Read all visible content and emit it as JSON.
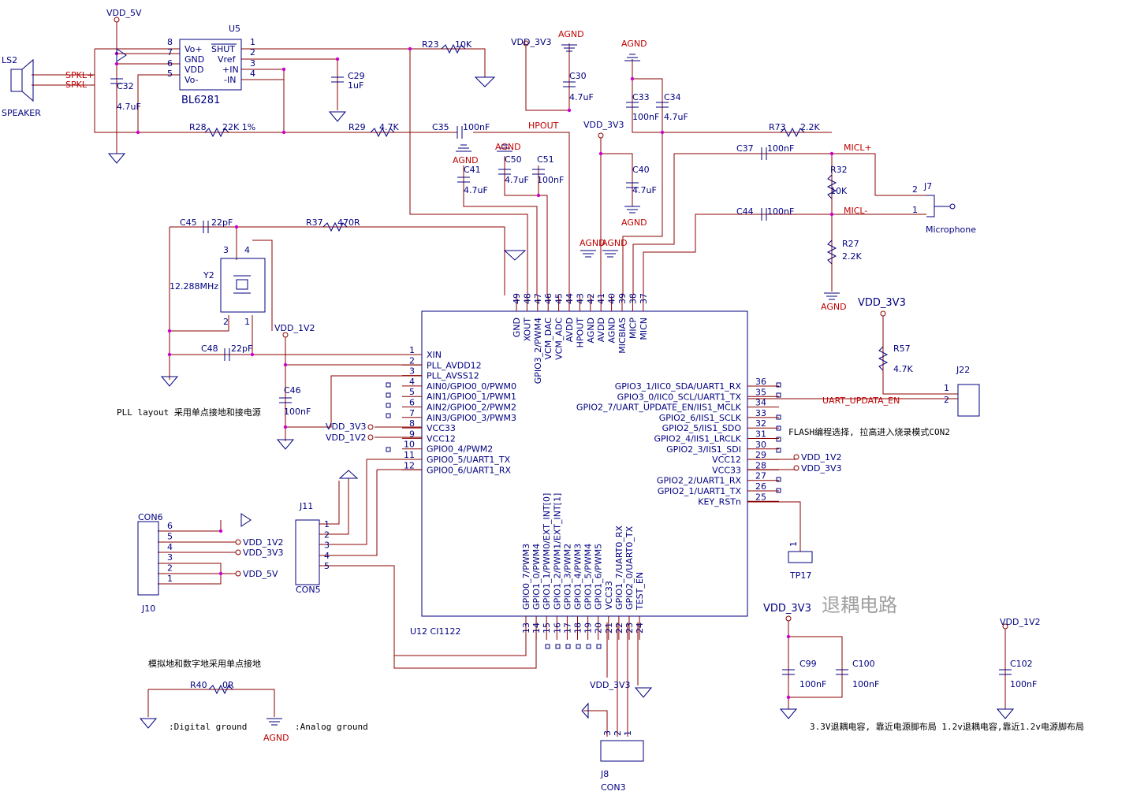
{
  "labels": {
    "vdd5v_top": "VDD_5V",
    "vdd3v3_top": "VDD_3V3",
    "agnd_top1": "AGND",
    "agnd_top2": "AGND",
    "u5_ref": "U5",
    "u5_name": "BL6281",
    "ls2_ref": "LS2",
    "speaker": "SPEAKER",
    "spklp": "SPKL+",
    "spklm": "SPKL-",
    "c32": "C32",
    "c32v": "4.7uF",
    "r23": "R23",
    "r23v": "10K",
    "c29": "C29",
    "c29v": "1uF",
    "c30": "C30",
    "c30v": "4.7uF",
    "c33": "C33",
    "c33v": "100nF",
    "c34": "C34",
    "c34v": "4.7uF",
    "r28": "R28",
    "r28v": "22K 1%",
    "r29": "R29",
    "r29v": "4.7K",
    "c35": "C35",
    "c35v": "100nF",
    "hpout": "HPOUT",
    "vdd3v3_mid": "VDD_3V3",
    "r73": "R73",
    "r73v": "2.2K",
    "agnd_c41": "AGND",
    "agnd_c50": "AGND",
    "c41": "C41",
    "c41v": "4.7uF",
    "c50": "C50",
    "c50v": "4.7uF",
    "c51": "C51",
    "c51v": "100nF",
    "c40": "C40",
    "c40v": "4.7uF",
    "agnd_c40": "AGND",
    "c37": "C37",
    "c37v": "100nF",
    "miclp": "MICL+",
    "r32": "R32",
    "r32v": "10K",
    "j7": "J7",
    "microphone": "Microphone",
    "c44": "C44",
    "c44v": "100nF",
    "miclm": "MICL-",
    "r27": "R27",
    "r27v": "2.2K",
    "agnd_r27": "AGND",
    "c45": "C45",
    "c45v": "22pF",
    "r37": "R37",
    "r37v": "470R",
    "y2": "Y2",
    "y2v": "12.288MHz",
    "agnd_p1": "AGND",
    "agnd_p2": "AGND",
    "vdd1v2_left": "VDD_1V2",
    "c48": "C48",
    "c48v": "22pF",
    "c46": "C46",
    "c46v": "100nF",
    "pll_note": "PLL layout 采用单点接地和接电源",
    "vdd3v3_r57": "VDD_3V3",
    "r57": "R57",
    "r57v": "4.7K",
    "j22": "J22",
    "uart_en": "UART_UPDATA_EN",
    "flash_note": "FLASH编程选择, 拉高进入烧录模式CON2",
    "vdd3v3_pin9": "VDD_3V3",
    "vdd1v2_pin10": "VDD_1V2",
    "vdd1v2_pin28": "VDD_1V2",
    "vdd3v3_pin27": "VDD_3V3",
    "con6": "CON6",
    "j10": "J10",
    "j11": "J11",
    "con5": "CON5",
    "con6_vdd1v2": "VDD_1V2",
    "con6_vdd3v3": "VDD_3V3",
    "con6_vdd5v": "VDD_5V",
    "u12": "U12 CI1122",
    "tp17": "TP17",
    "watermark": "退耦电路",
    "vdd3v3_dec": "VDD_3V3",
    "c99": "C99",
    "c99v": "100nF",
    "c100": "C100",
    "c100v": "100nF",
    "vdd1v2_dec": "VDD_1V2",
    "c102": "C102",
    "c102v": "100nF",
    "dec_note": "3.3V退耦电容, 靠近电源脚布局 1.2v退耦电容,靠近1.2v电源脚布局",
    "gnd_note": "模拟地和数字地采用单点接地",
    "r40": "R40",
    "r40v": "0R",
    "dig_gnd": ":Digital ground",
    "ana_gnd": ":Analog ground",
    "agnd_legend": "AGND",
    "vdd3v3_j8": "VDD_3V3",
    "j8": "J8",
    "con3": "CON3"
  },
  "u5_pins": {
    "left": [
      "Vo+",
      "GND",
      "VDD",
      "Vo-"
    ],
    "right": [
      "SHUT",
      "Vref",
      "+IN",
      "-IN"
    ],
    "left_nums": [
      "8",
      "7",
      "6",
      "5"
    ],
    "right_nums": [
      "1",
      "2",
      "3",
      "4"
    ]
  },
  "ic_top_pins": [
    {
      "num": "49",
      "name": "GND"
    },
    {
      "num": "48",
      "name": "XOUT"
    },
    {
      "num": "47",
      "name": "GPIO3_2/PWM4"
    },
    {
      "num": "46",
      "name": "VCM_DAC"
    },
    {
      "num": "45",
      "name": "VCM_ADC"
    },
    {
      "num": "44",
      "name": "AVDD"
    },
    {
      "num": "43",
      "name": "HPOUT"
    },
    {
      "num": "42",
      "name": "AGND"
    },
    {
      "num": "41",
      "name": "AVDD"
    },
    {
      "num": "40",
      "name": "AGND"
    },
    {
      "num": "39",
      "name": "MICBIAS"
    },
    {
      "num": "38",
      "name": "MICP"
    },
    {
      "num": "37",
      "name": "MICN"
    }
  ],
  "ic_left_pins": [
    {
      "num": "1",
      "name": "XIN"
    },
    {
      "num": "2",
      "name": "PLL_AVDD12"
    },
    {
      "num": "3",
      "name": "PLL_AVSS12"
    },
    {
      "num": "4",
      "name": "AIN0/GPIO0_0/PWM0"
    },
    {
      "num": "5",
      "name": "AIN1/GPIO0_1/PWM1"
    },
    {
      "num": "6",
      "name": "AIN2/GPIO0_2/PWM2"
    },
    {
      "num": "7",
      "name": "AIN3/GPIO0_3/PWM3"
    },
    {
      "num": "8",
      "name": "VCC33"
    },
    {
      "num": "9",
      "name": "VCC12"
    },
    {
      "num": "10",
      "name": "GPIO0_4/PWM2"
    },
    {
      "num": "11",
      "name": "GPIO0_5/UART1_TX"
    },
    {
      "num": "12",
      "name": "GPIO0_6/UART1_RX"
    }
  ],
  "ic_right_pins": [
    {
      "num": "36",
      "name": "GPIO3_1/IIC0_SDA/UART1_RX"
    },
    {
      "num": "35",
      "name": "GPIO3_0/IIC0_SCL/UART1_TX"
    },
    {
      "num": "34",
      "name": "GPIO2_7/UART_UPDATE_EN/IIS1_MCLK"
    },
    {
      "num": "33",
      "name": "GPIO2_6/IIS1_SCLK"
    },
    {
      "num": "32",
      "name": "GPIO2_5/IIS1_SDO"
    },
    {
      "num": "31",
      "name": "GPIO2_4/IIS1_LRCLK"
    },
    {
      "num": "30",
      "name": "GPIO2_3/IIS1_SDI"
    },
    {
      "num": "29",
      "name": "VCC12"
    },
    {
      "num": "28",
      "name": "VCC33"
    },
    {
      "num": "27",
      "name": "GPIO2_2/UART1_RX"
    },
    {
      "num": "26",
      "name": "GPIO2_1/UART1_TX"
    },
    {
      "num": "25",
      "name": "KEY_RSTn"
    }
  ],
  "ic_bottom_pins": [
    {
      "num": "13",
      "name": "GPIO0_7/PWM3"
    },
    {
      "num": "14",
      "name": "GPIO1_0/PWM4"
    },
    {
      "num": "15",
      "name": "GPIO1_1/PWM0/EXT_INT[0]"
    },
    {
      "num": "16",
      "name": "GPIO1_2/PWM1/EXT_INT[1]"
    },
    {
      "num": "17",
      "name": "GPIO1_3/PWM2"
    },
    {
      "num": "18",
      "name": "GPIO1_4/PWM3"
    },
    {
      "num": "19",
      "name": "GPIO1_5/PWM4"
    },
    {
      "num": "20",
      "name": "GPIO1_6/PWM5"
    },
    {
      "num": "21",
      "name": "VCC33"
    },
    {
      "num": "22",
      "name": "GPIO1_7/UART0_RX"
    },
    {
      "num": "23",
      "name": "GPIO2_0/UART0_TX"
    },
    {
      "num": "24",
      "name": "TEST_EN"
    }
  ],
  "con6_pins": [
    "6",
    "5",
    "4",
    "3",
    "2",
    "1"
  ],
  "j11_pins": [
    "1",
    "2",
    "3",
    "4",
    "5"
  ],
  "j8_pins": [
    "3",
    "2",
    "1"
  ],
  "j22_pins": [
    "1",
    "2"
  ],
  "j7_pins": [
    "2",
    "1"
  ],
  "tp17_pin": "1",
  "y2_pins": [
    "3",
    "4",
    "1",
    "2",
    "4",
    "2",
    "1"
  ]
}
